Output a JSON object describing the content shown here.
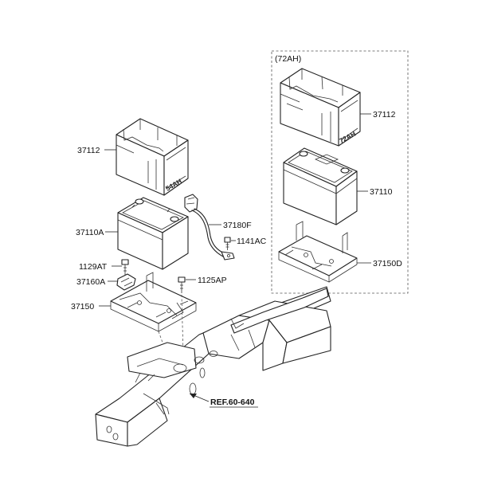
{
  "variant_box": {
    "label": "(72AH)"
  },
  "battery_72ah": {
    "tray_label": "37112",
    "tray_stamp": "72AH",
    "battery_label": "37110",
    "bracket_label": "37150D"
  },
  "battery_54ah": {
    "tray_label": "37112",
    "tray_stamp": "54AH",
    "battery_label": "37110A",
    "cable_label": "37180F",
    "cable_bolt_label": "1141AC",
    "clamp_bolt_label": "1129AT",
    "clamp_label": "37160A",
    "tray_bolt_label": "1125AP",
    "bracket_label": "37150"
  },
  "reference": {
    "label": "REF.60-640"
  }
}
